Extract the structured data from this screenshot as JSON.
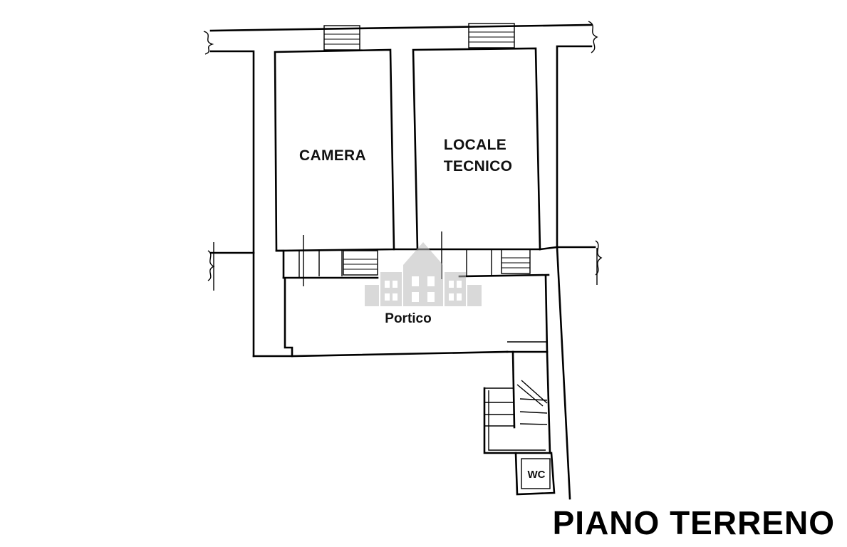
{
  "rooms": {
    "camera": "CAMERA",
    "locale_tecnico_line1": "LOCALE",
    "locale_tecnico_line2": "TECNICO",
    "portico": "Portico",
    "wc": "WC"
  },
  "title": "PIANO TERRENO",
  "colors": {
    "ink": "#000000",
    "watermark": "#b9b9b9",
    "background": "#ffffff"
  },
  "icons": {
    "watermark": "building-watermark-icon"
  }
}
